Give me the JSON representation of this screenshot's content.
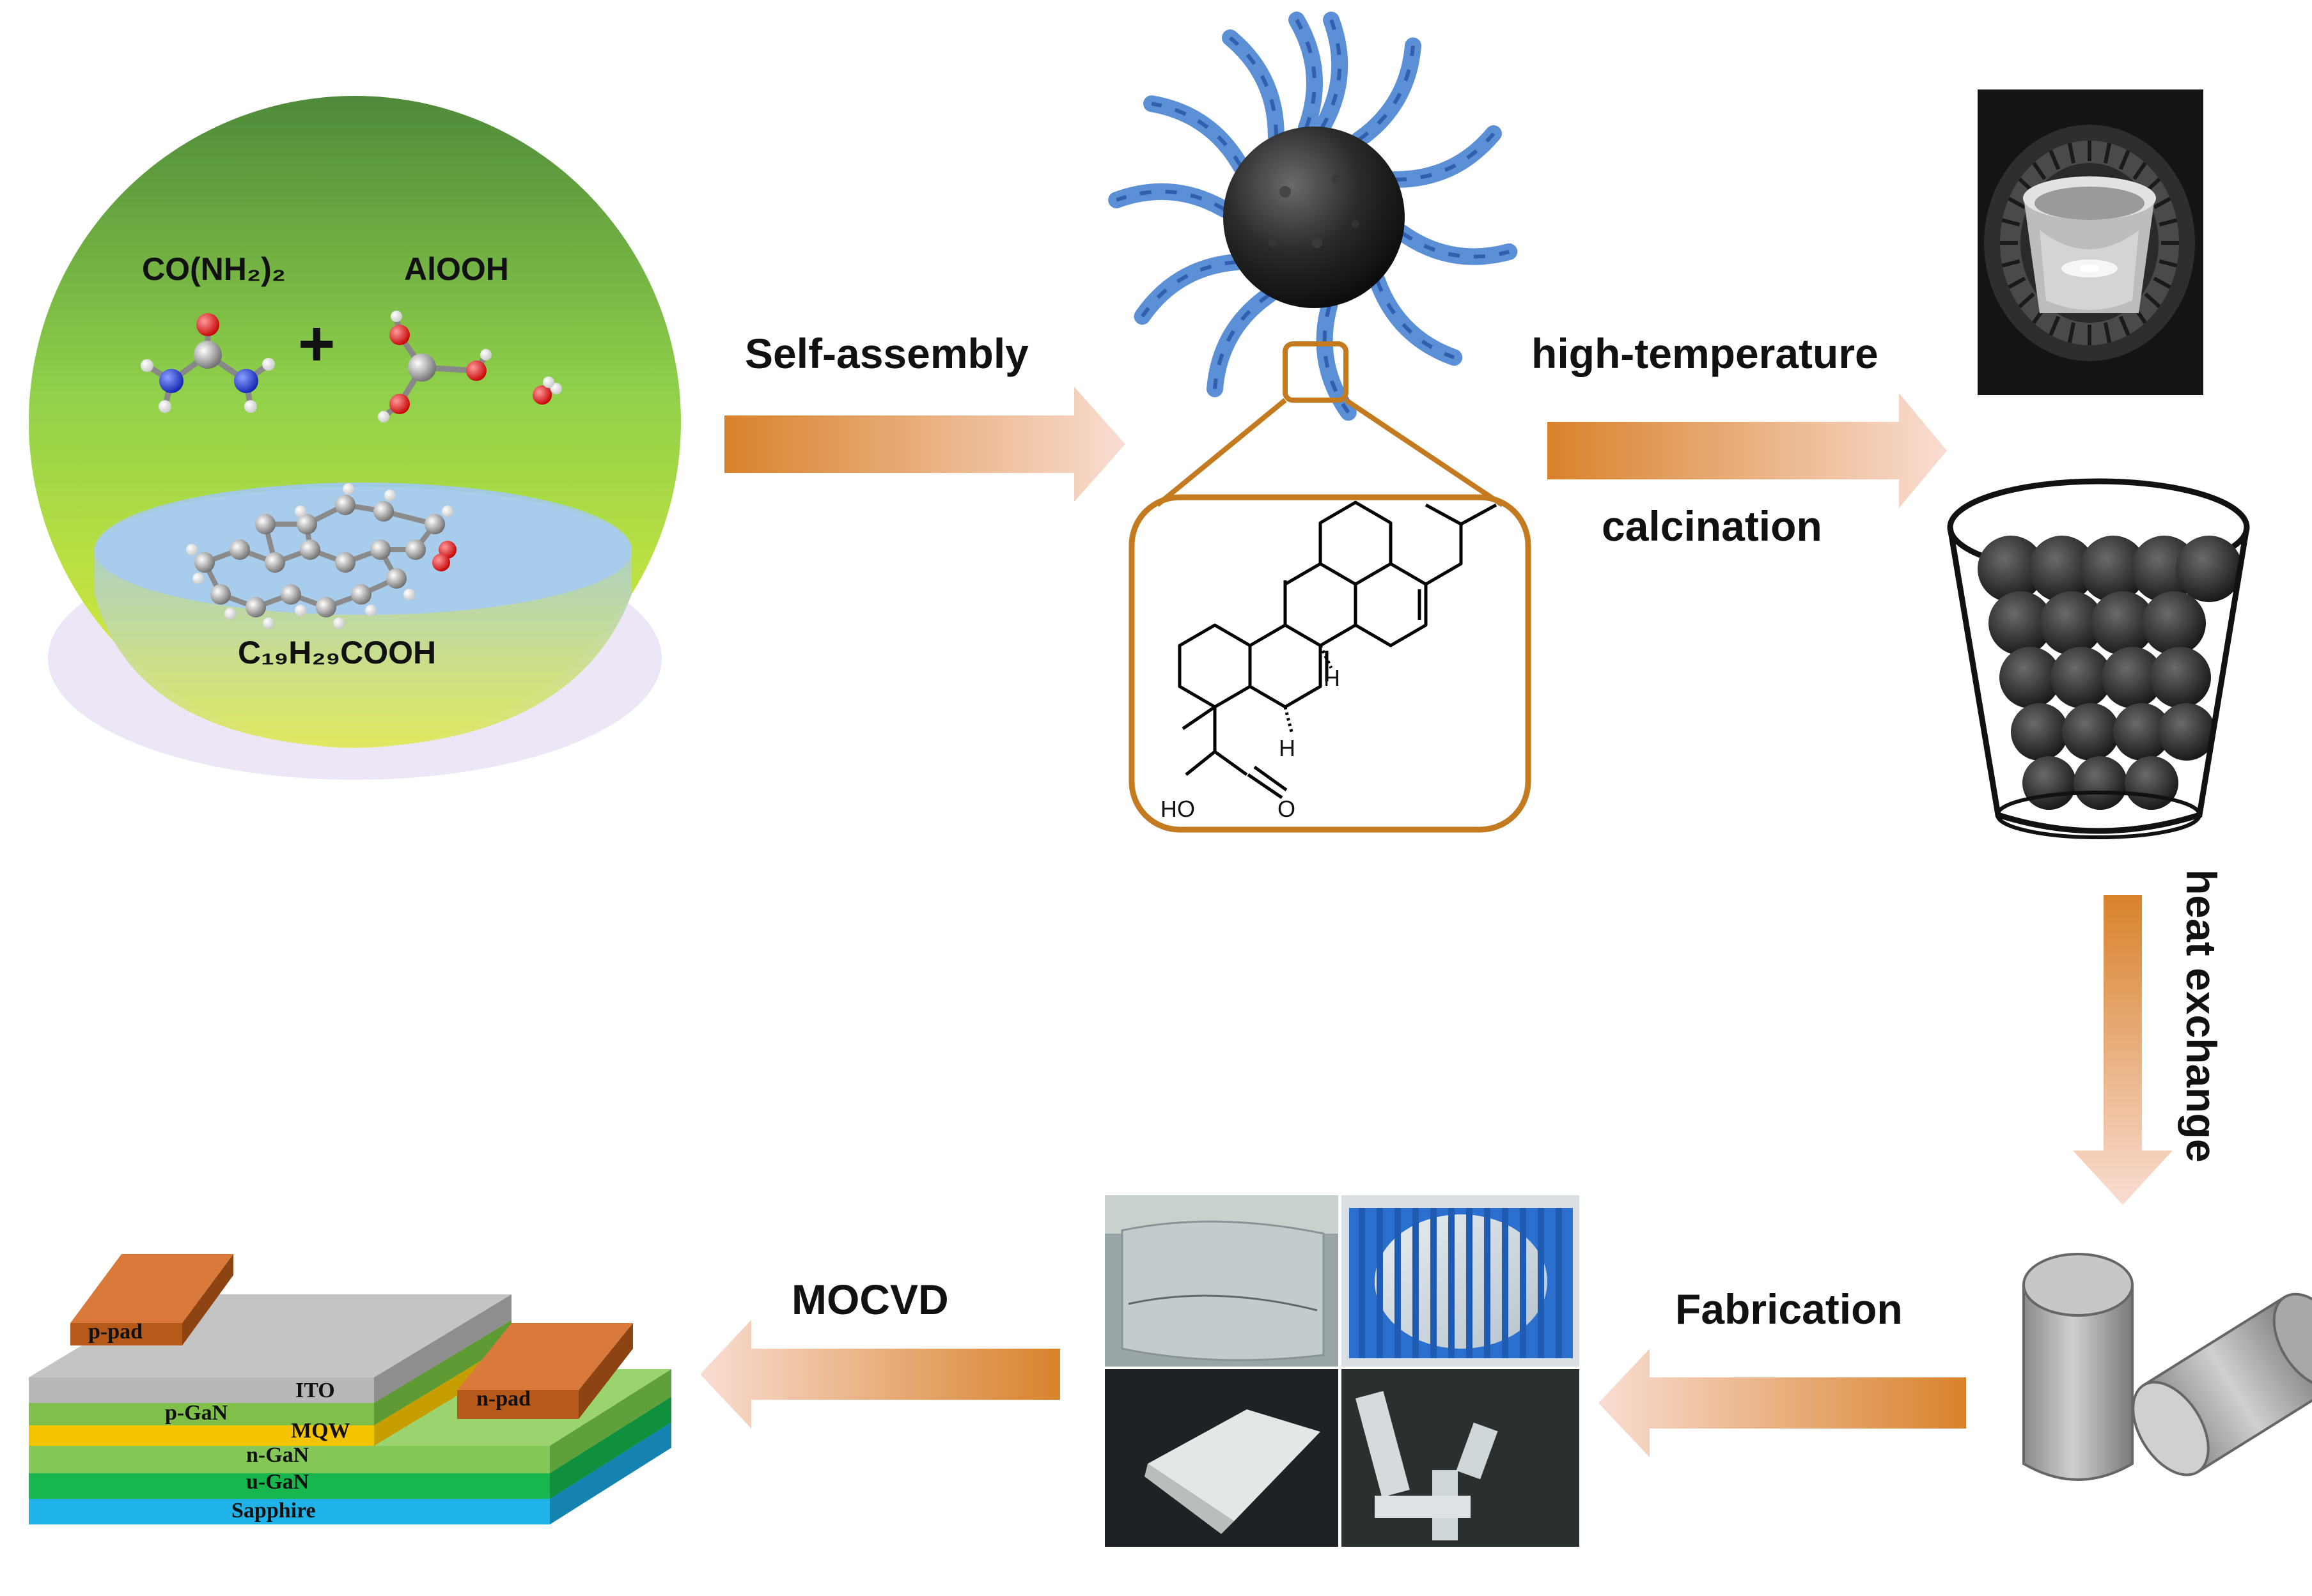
{
  "reagents": {
    "urea_formula": "CO(NH₂)₂",
    "alooh_formula": "AlOOH",
    "plus_sign": "+",
    "abietic_formula": "C₁₉H₂₉COOH"
  },
  "steps": {
    "self_assembly": "Self-assembly",
    "high_temperature": "high-temperature",
    "calcination": "calcination",
    "heat_exchange": "heat exchange",
    "fabrication": "Fabrication",
    "mocvd": "MOCVD"
  },
  "structure": {
    "ho": "HO",
    "o": "O",
    "h_top": "H",
    "h_bottom": "H"
  },
  "led_layers": {
    "p_pad": "p-pad",
    "n_pad": "n-pad",
    "ito": "ITO",
    "p_gan": "p-GaN",
    "mqw": "MQW",
    "n_gan": "n-GaN",
    "u_gan": "u-GaN",
    "sapphire": "Sapphire"
  },
  "colors": {
    "arrow_dark": "#d9822b",
    "arrow_light": "#f9ddd2",
    "ligand_blue": "#5b8fd6",
    "structure_frame": "#c47a1e",
    "sapphire": "#1fb3e8",
    "ito": "#b8b8b8",
    "mqw": "#f5c400",
    "gan_green": "#86c75a"
  }
}
